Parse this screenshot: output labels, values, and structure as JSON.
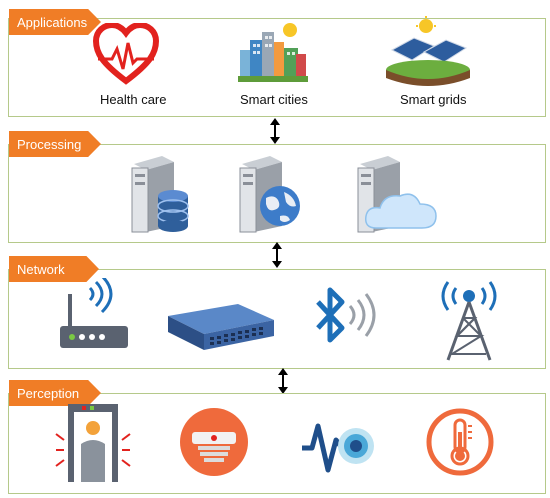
{
  "layers": [
    {
      "title": "Applications",
      "items": [
        "Health care",
        "Smart cities",
        "Smart grids"
      ]
    },
    {
      "title": "Processing",
      "items": []
    },
    {
      "title": "Network",
      "items": []
    },
    {
      "title": "Perception",
      "items": []
    }
  ],
  "colors": {
    "tag": "#f07d26",
    "border": "#b5c98a",
    "heart": "#e2221e",
    "server": "#8a8f98",
    "network_blue": "#1e6fb8"
  }
}
